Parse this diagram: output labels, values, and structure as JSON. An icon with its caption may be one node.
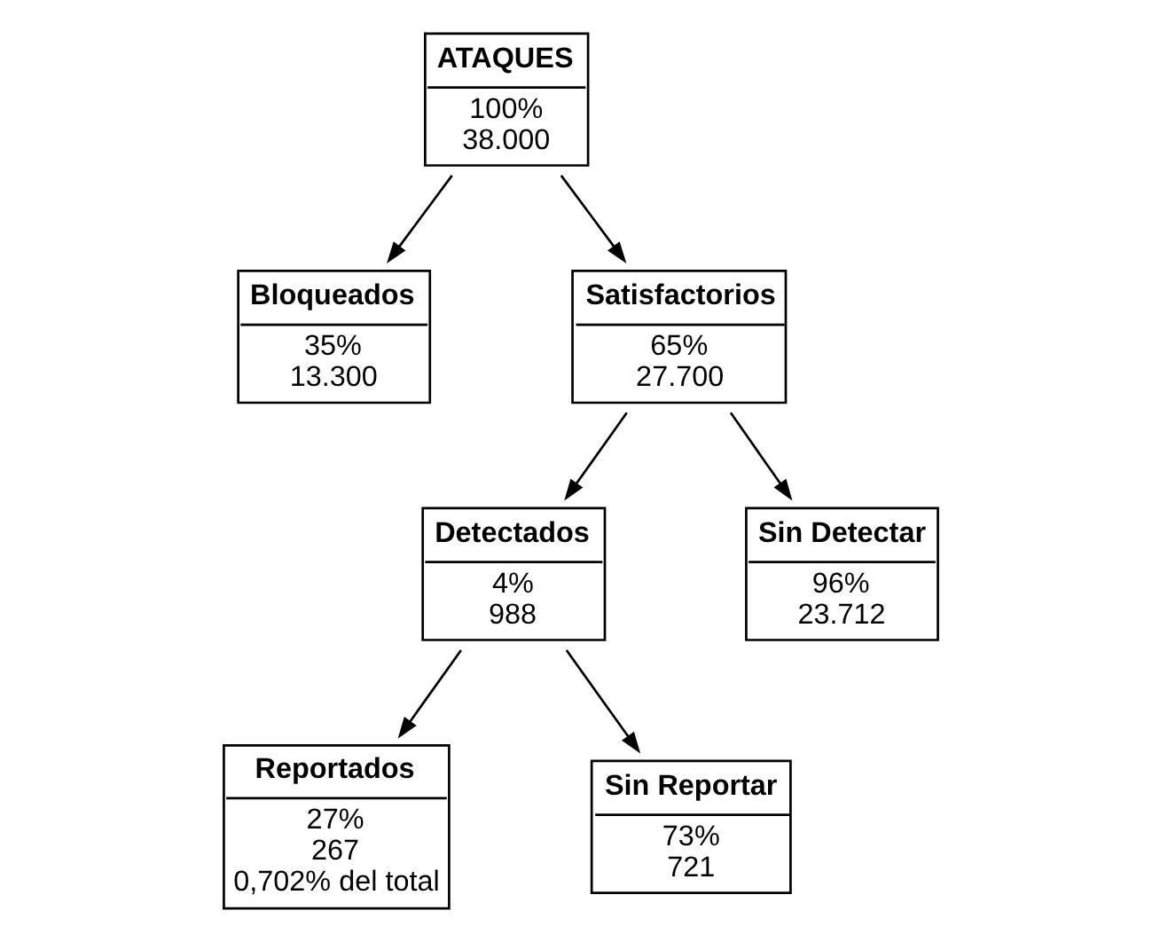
{
  "diagram": {
    "nodes": [
      {
        "text": [
          "ATAQUES",
          "100%",
          "38.000"
        ]
      },
      {
        "text": [
          "Bloqueados",
          "35%",
          "13.300"
        ]
      },
      {
        "text": [
          "Satisfactorios",
          "65%",
          "27.700"
        ]
      },
      {
        "text": [
          "Detectados",
          "4%",
          "988"
        ]
      },
      {
        "text": [
          "Sin Detectar",
          "96%",
          "23.712"
        ]
      },
      {
        "text": [
          "Reportados",
          "27%",
          "267",
          "0,702% del total"
        ]
      },
      {
        "text": [
          "Sin Reportar",
          "73%",
          "721"
        ]
      }
    ],
    "edges": [
      {
        "from": 0,
        "to": 1,
        "arrow": "to"
      },
      {
        "from": 0,
        "to": 2,
        "arrow": "to"
      },
      {
        "from": 2,
        "to": 3,
        "arrow": "to"
      },
      {
        "from": 2,
        "to": 4,
        "arrow": "to"
      },
      {
        "from": 3,
        "to": 5,
        "arrow": "to"
      },
      {
        "from": 3,
        "to": 6,
        "arrow": "to"
      }
    ]
  }
}
